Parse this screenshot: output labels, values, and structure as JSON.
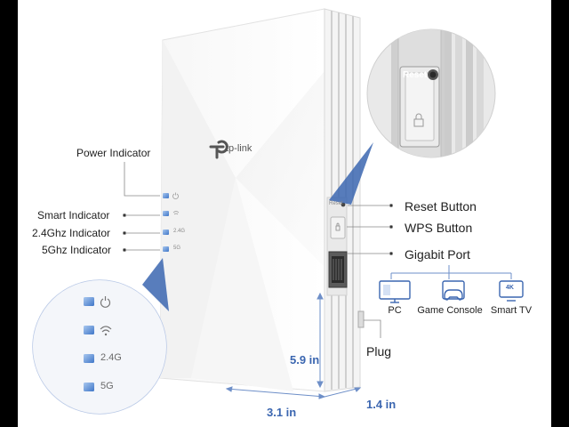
{
  "brand": "tp-link",
  "callouts": {
    "power": "Power Indicator",
    "smart": "Smart Indicator",
    "band24": "2.4Ghz Indicator",
    "band5": "5Ghz Indicator",
    "reset": "Reset Button",
    "wps": "WPS Button",
    "gigabit": "Gigabit Port",
    "plug": "Plug"
  },
  "led_marks": {
    "band24": "2.4G",
    "band5": "5G"
  },
  "zoom_marks": {
    "band24": "2.4G",
    "band5": "5G"
  },
  "side_reset_mark": "Reset",
  "zoom_reset_text": "Reset",
  "dimensions": {
    "height": "5.9 in",
    "width": "3.1 in",
    "depth": "1.4 in"
  },
  "devices": [
    {
      "name": "PC",
      "icon": "monitor-icon"
    },
    {
      "name": "Game Console",
      "icon": "gamepad-icon"
    },
    {
      "name": "Smart TV",
      "icon": "tv-4k-icon",
      "badge": "4K"
    }
  ],
  "colors": {
    "accent": "#3b66b0",
    "led": "#4c84d6",
    "callout_line": "#888888"
  }
}
